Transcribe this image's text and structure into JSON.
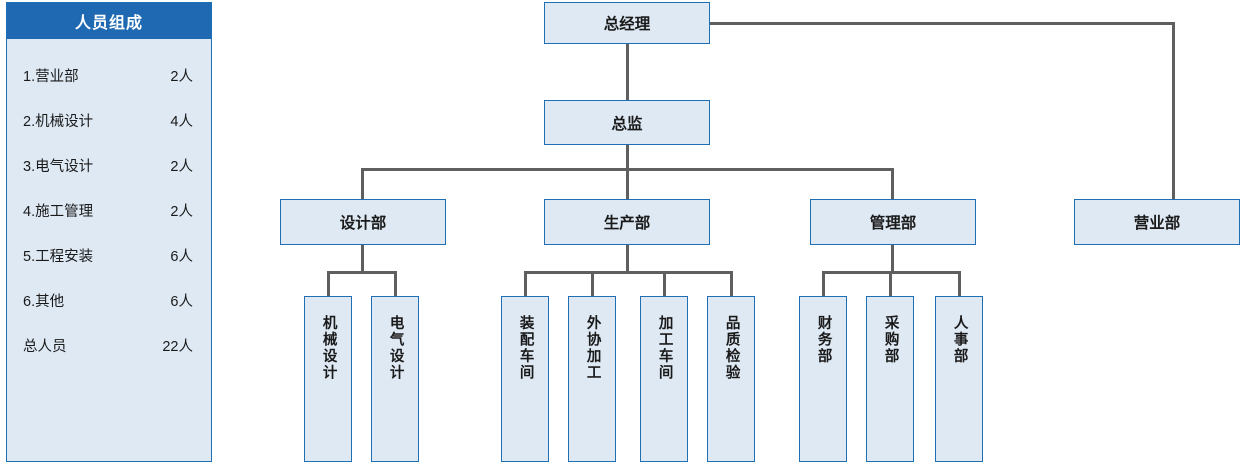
{
  "panel": {
    "title": "人员组成",
    "rows": [
      {
        "label": "1.营业部",
        "value": "2人"
      },
      {
        "label": "2.机械设计",
        "value": "4人"
      },
      {
        "label": "3.电气设计",
        "value": "2人"
      },
      {
        "label": "4.施工管理",
        "value": "2人"
      },
      {
        "label": "5.工程安装",
        "value": "6人"
      },
      {
        "label": "6.其他",
        "value": "6人"
      },
      {
        "label": "总人员",
        "value": "22人"
      }
    ]
  },
  "chart_nodes": {
    "gm": "总经理",
    "director": "总监",
    "dept_design": "设计部",
    "dept_production": "生产部",
    "dept_management": "管理部",
    "dept_sales": "营业部",
    "design_1": "机械设计",
    "design_2": "电气设计",
    "prod_1": "装配车间",
    "prod_2": "外协加工",
    "prod_3": "加工车间",
    "prod_4": "品质检验",
    "mgmt_1": "财务部",
    "mgmt_2": "采购部",
    "mgmt_3": "人事部"
  },
  "colors": {
    "header_blue": "#1F69B3",
    "box_border": "#1F6FB5",
    "box_fill": "#DEE9F4",
    "connector": "#5F5F5F"
  }
}
